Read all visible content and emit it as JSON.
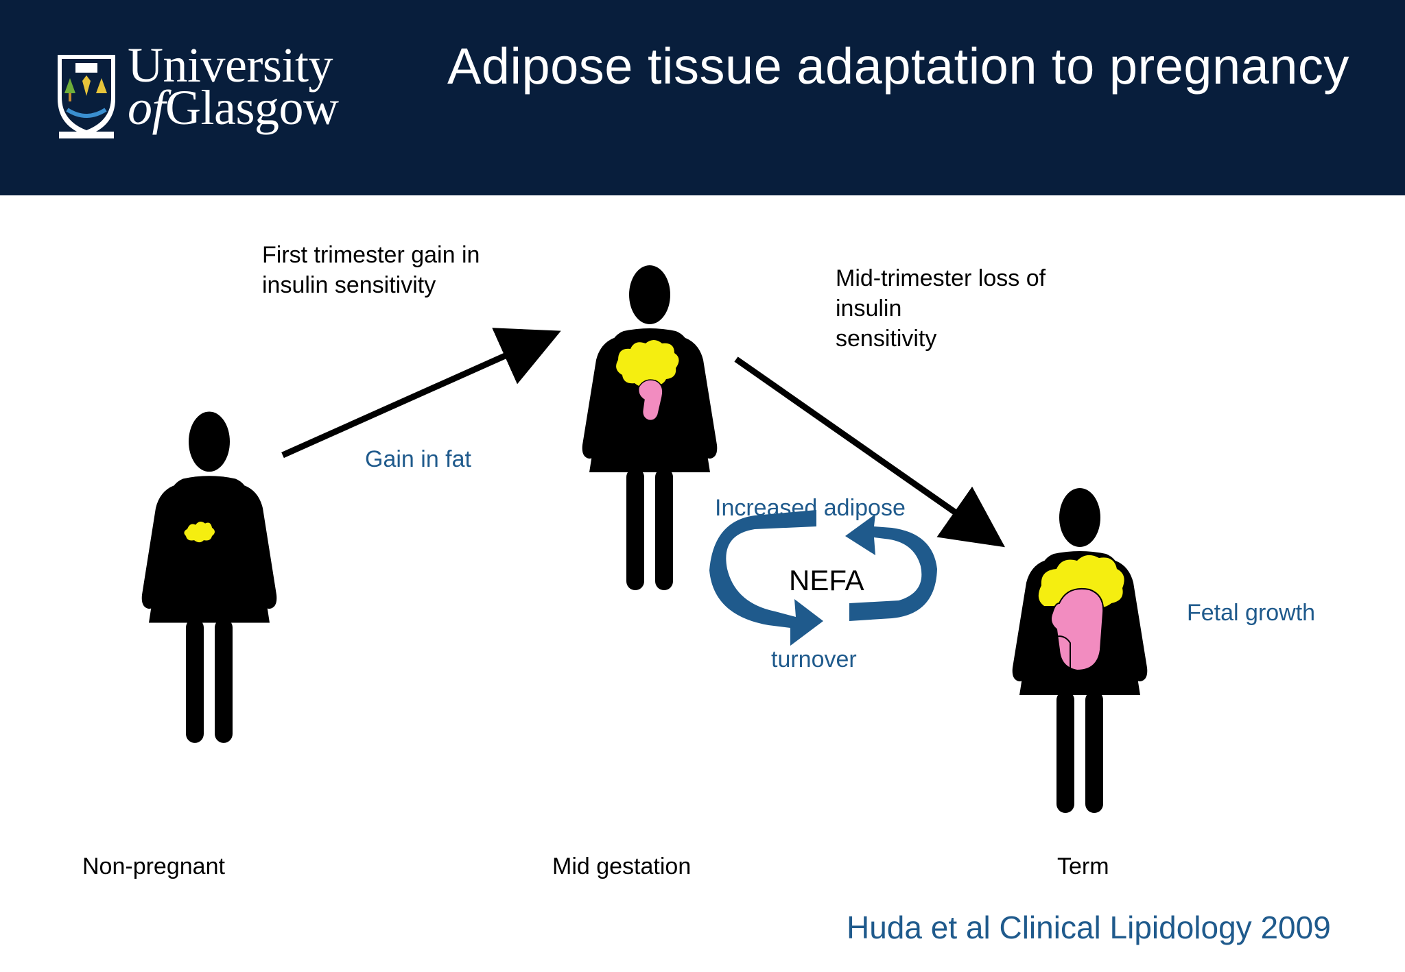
{
  "header": {
    "university_line1": "University",
    "university_of": "of",
    "university_line2": "Glasgow",
    "title": "Adipose tissue adaptation to pregnancy"
  },
  "annotations": {
    "first_trimester_line1": "First trimester gain in",
    "first_trimester_line2": "insulin sensitivity",
    "mid_trimester_line1": "Mid-trimester loss of",
    "mid_trimester_line2": "insulin",
    "mid_trimester_line3": "sensitivity",
    "gain_in_fat": "Gain in fat",
    "increased_adipose": "Increased adipose",
    "nefa": "NEFA",
    "turnover": "turnover",
    "fetal_growth": "Fetal growth"
  },
  "stages": {
    "non_pregnant": "Non-pregnant",
    "mid_gestation": "Mid gestation",
    "term": "Term"
  },
  "citation": "Huda et al Clinical Lipidology 2009",
  "colors": {
    "header_bg": "#081e3c",
    "blue_text": "#1f5a8c",
    "cycle_arrow": "#1f5a8c",
    "fat": "#f5ee10",
    "fetus": "#f28cc0",
    "silhouette": "#000000"
  }
}
